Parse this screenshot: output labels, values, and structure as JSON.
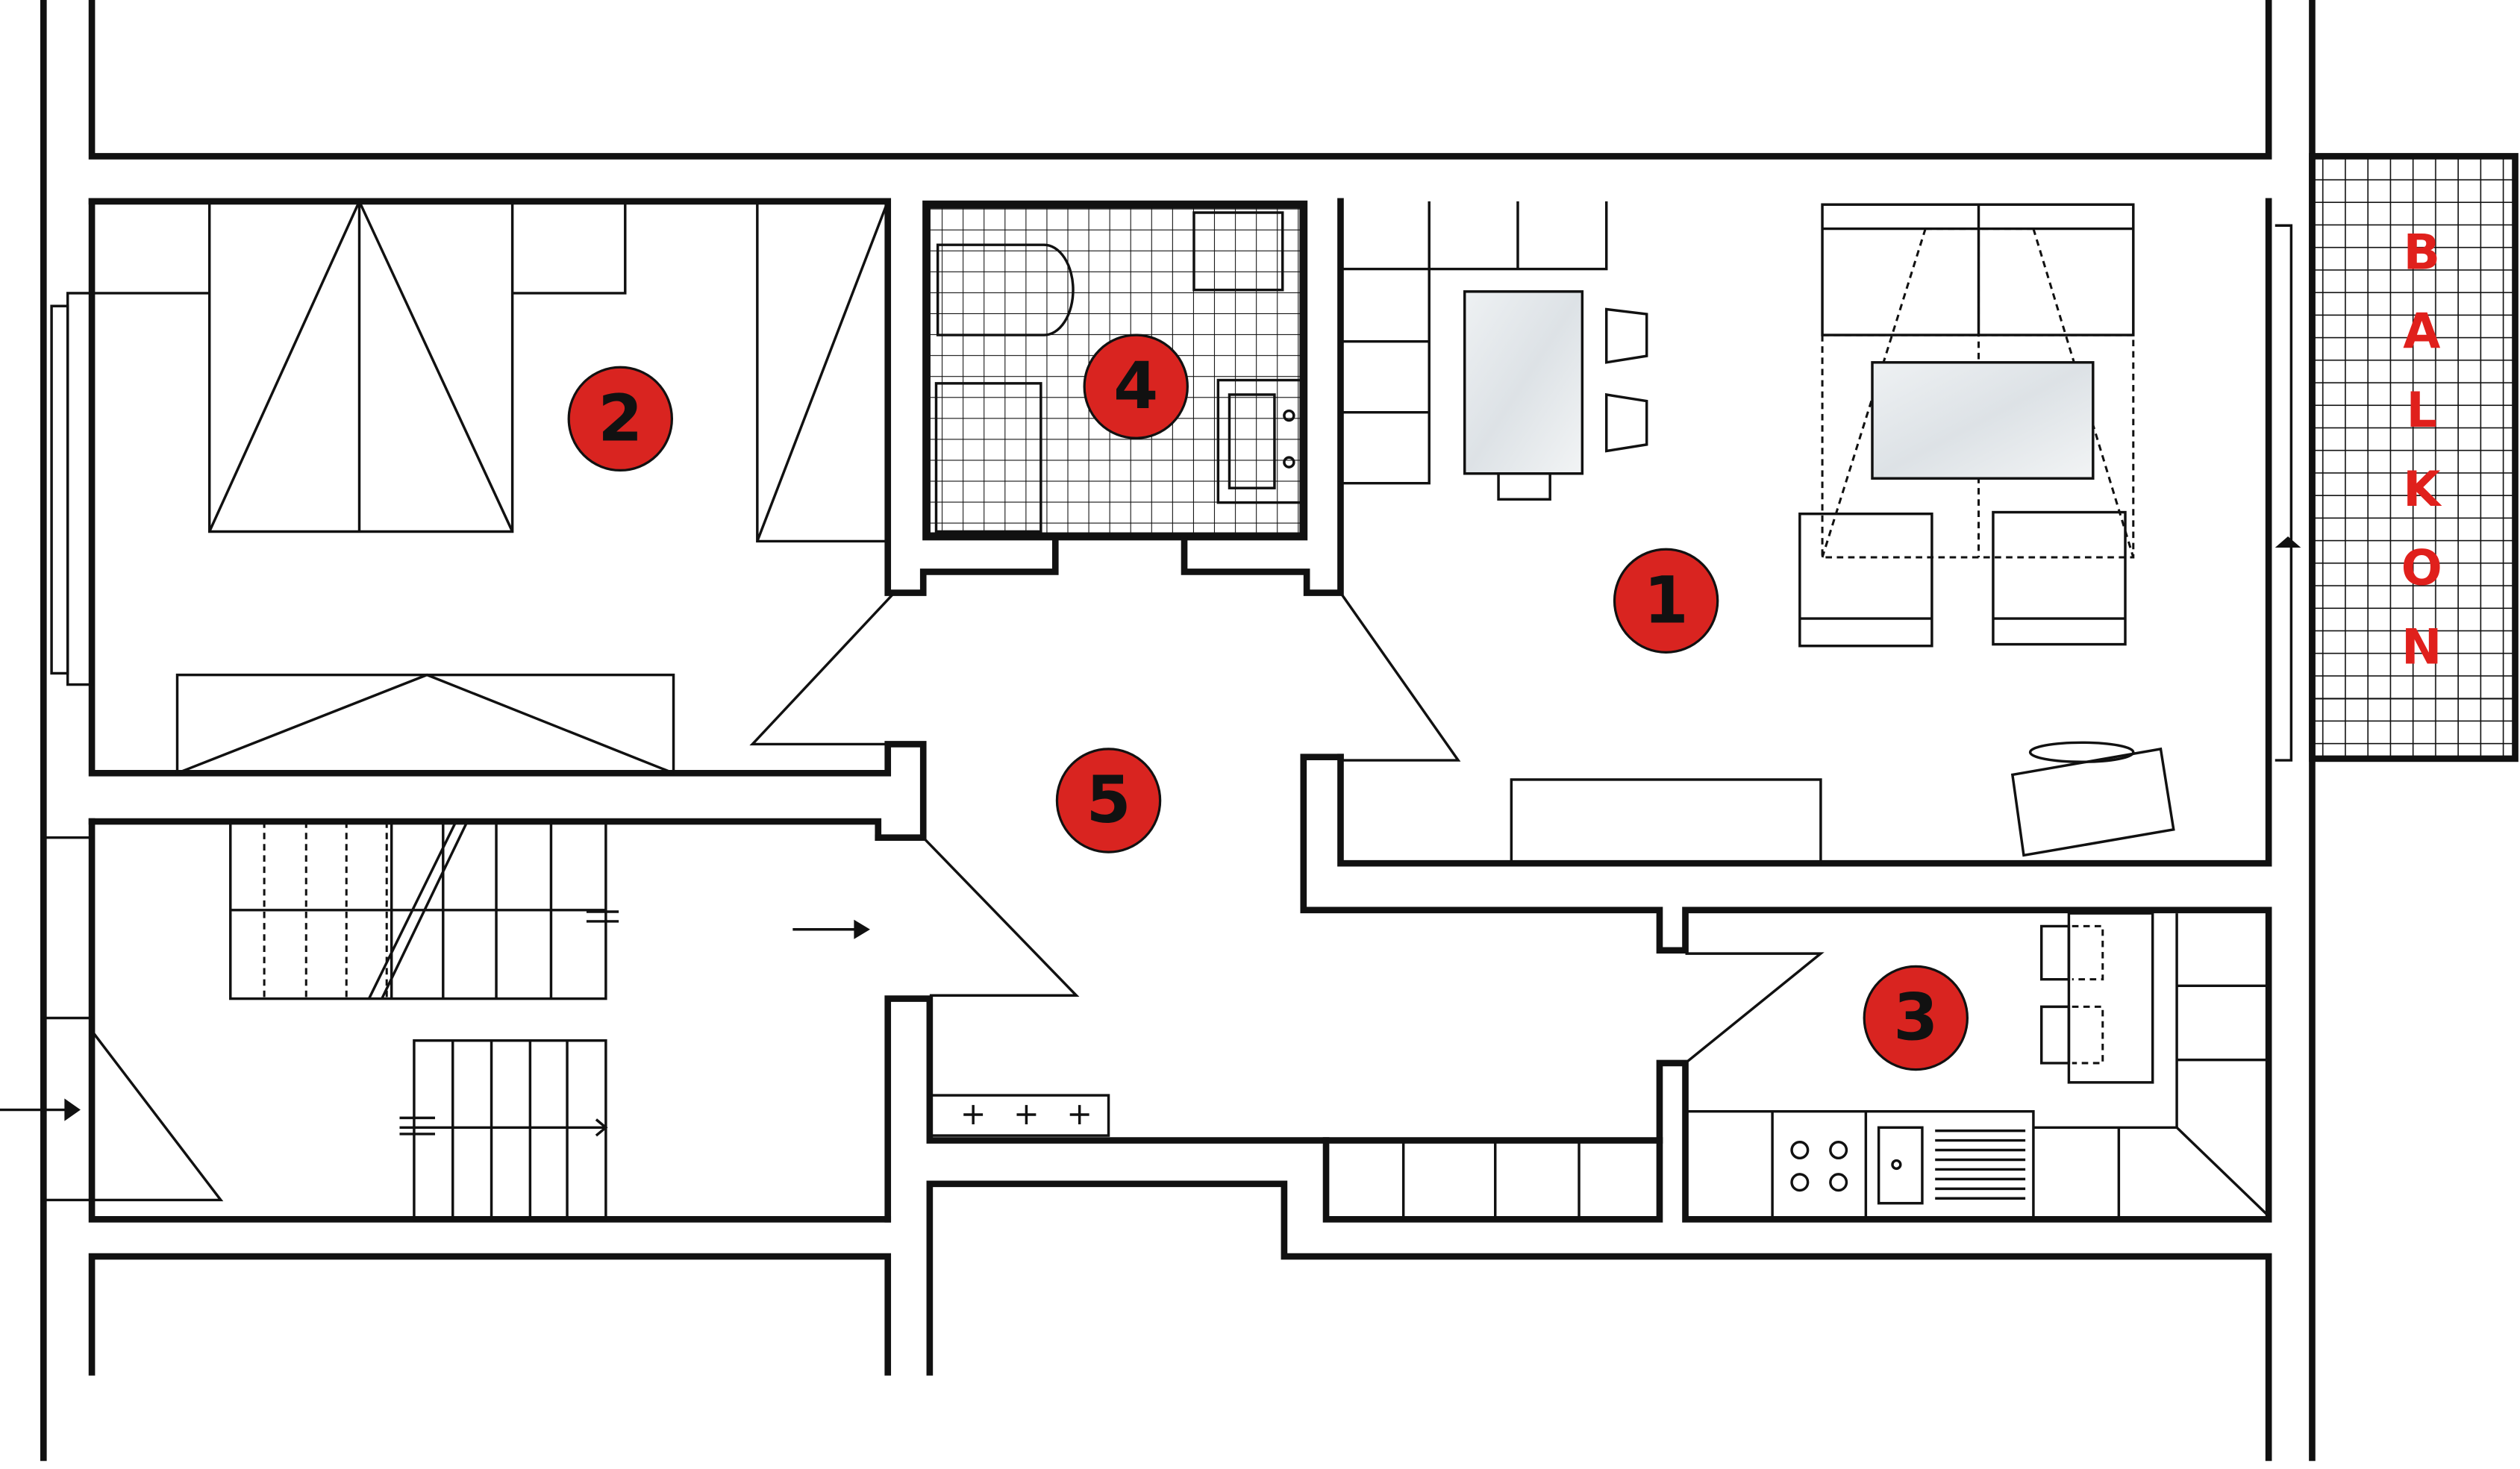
{
  "plan": {
    "rooms": [
      {
        "id": "1",
        "label": "1"
      },
      {
        "id": "2",
        "label": "2"
      },
      {
        "id": "3",
        "label": "3"
      },
      {
        "id": "4",
        "label": "4"
      },
      {
        "id": "5",
        "label": "5"
      }
    ],
    "balcony": {
      "label": "BALKON",
      "letters": [
        "B",
        "A",
        "L",
        "K",
        "O",
        "N"
      ]
    },
    "colors": {
      "marker": "#d92420",
      "balcony_text": "#e0201c",
      "line": "#111111"
    }
  }
}
